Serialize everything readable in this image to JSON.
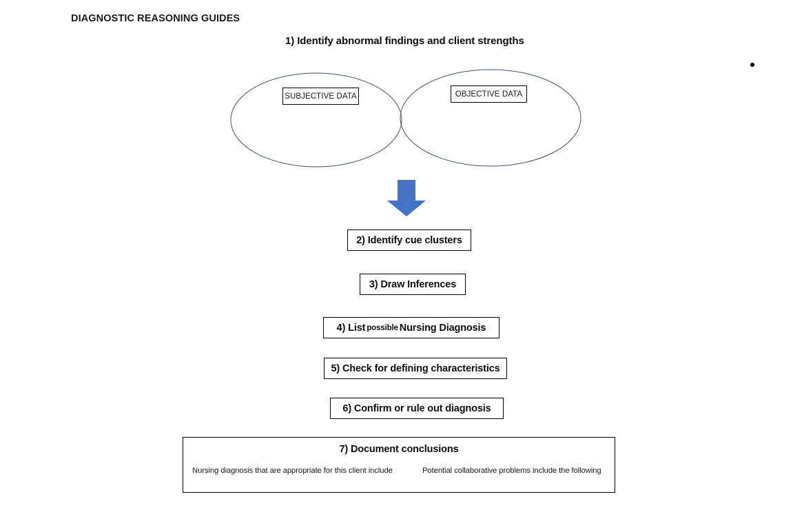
{
  "document": {
    "title": "DIAGNOSTIC REASONING GUIDES"
  },
  "steps": {
    "step1_heading": "1) Identify abnormal findings and client strengths",
    "venn": {
      "left_label": "SUBJECTIVE DATA",
      "right_label": "OBJECTIVE DATA",
      "stroke_color": "#44546a"
    },
    "arrow": {
      "name": "down-arrow",
      "color": "#4472c4"
    },
    "step2": "2) Identify cue clusters",
    "step3": "3) Draw Inferences",
    "step4": {
      "prefix": "4) List",
      "emphasis_small": "possible",
      "suffix": "Nursing Diagnosis"
    },
    "step5": "5) Check for defining characteristics",
    "step6": "6) Confirm or rule out diagnosis",
    "step7": {
      "title": "7) Document conclusions",
      "note_left": "Nursing diagnosis that are appropriate for this client include",
      "note_right": "Potential collaborative problems include the following"
    }
  },
  "decorations": {
    "stray_bullet": "•"
  }
}
